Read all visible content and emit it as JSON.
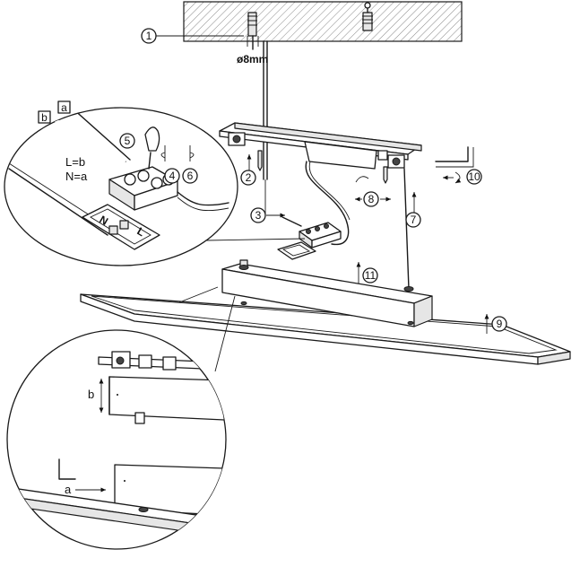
{
  "step_numbers": [
    "1",
    "2",
    "3",
    "4",
    "5",
    "6",
    "7",
    "8",
    "9",
    "10",
    "11"
  ],
  "drill_diameter": "ø8mm",
  "wiring": {
    "label_a": "a",
    "label_b": "b",
    "rule_l": "L=b",
    "rule_n": "N=a",
    "terminal_n": "N",
    "terminal_l": "L"
  },
  "detail": {
    "dim_a": "a",
    "dim_b": "b"
  }
}
